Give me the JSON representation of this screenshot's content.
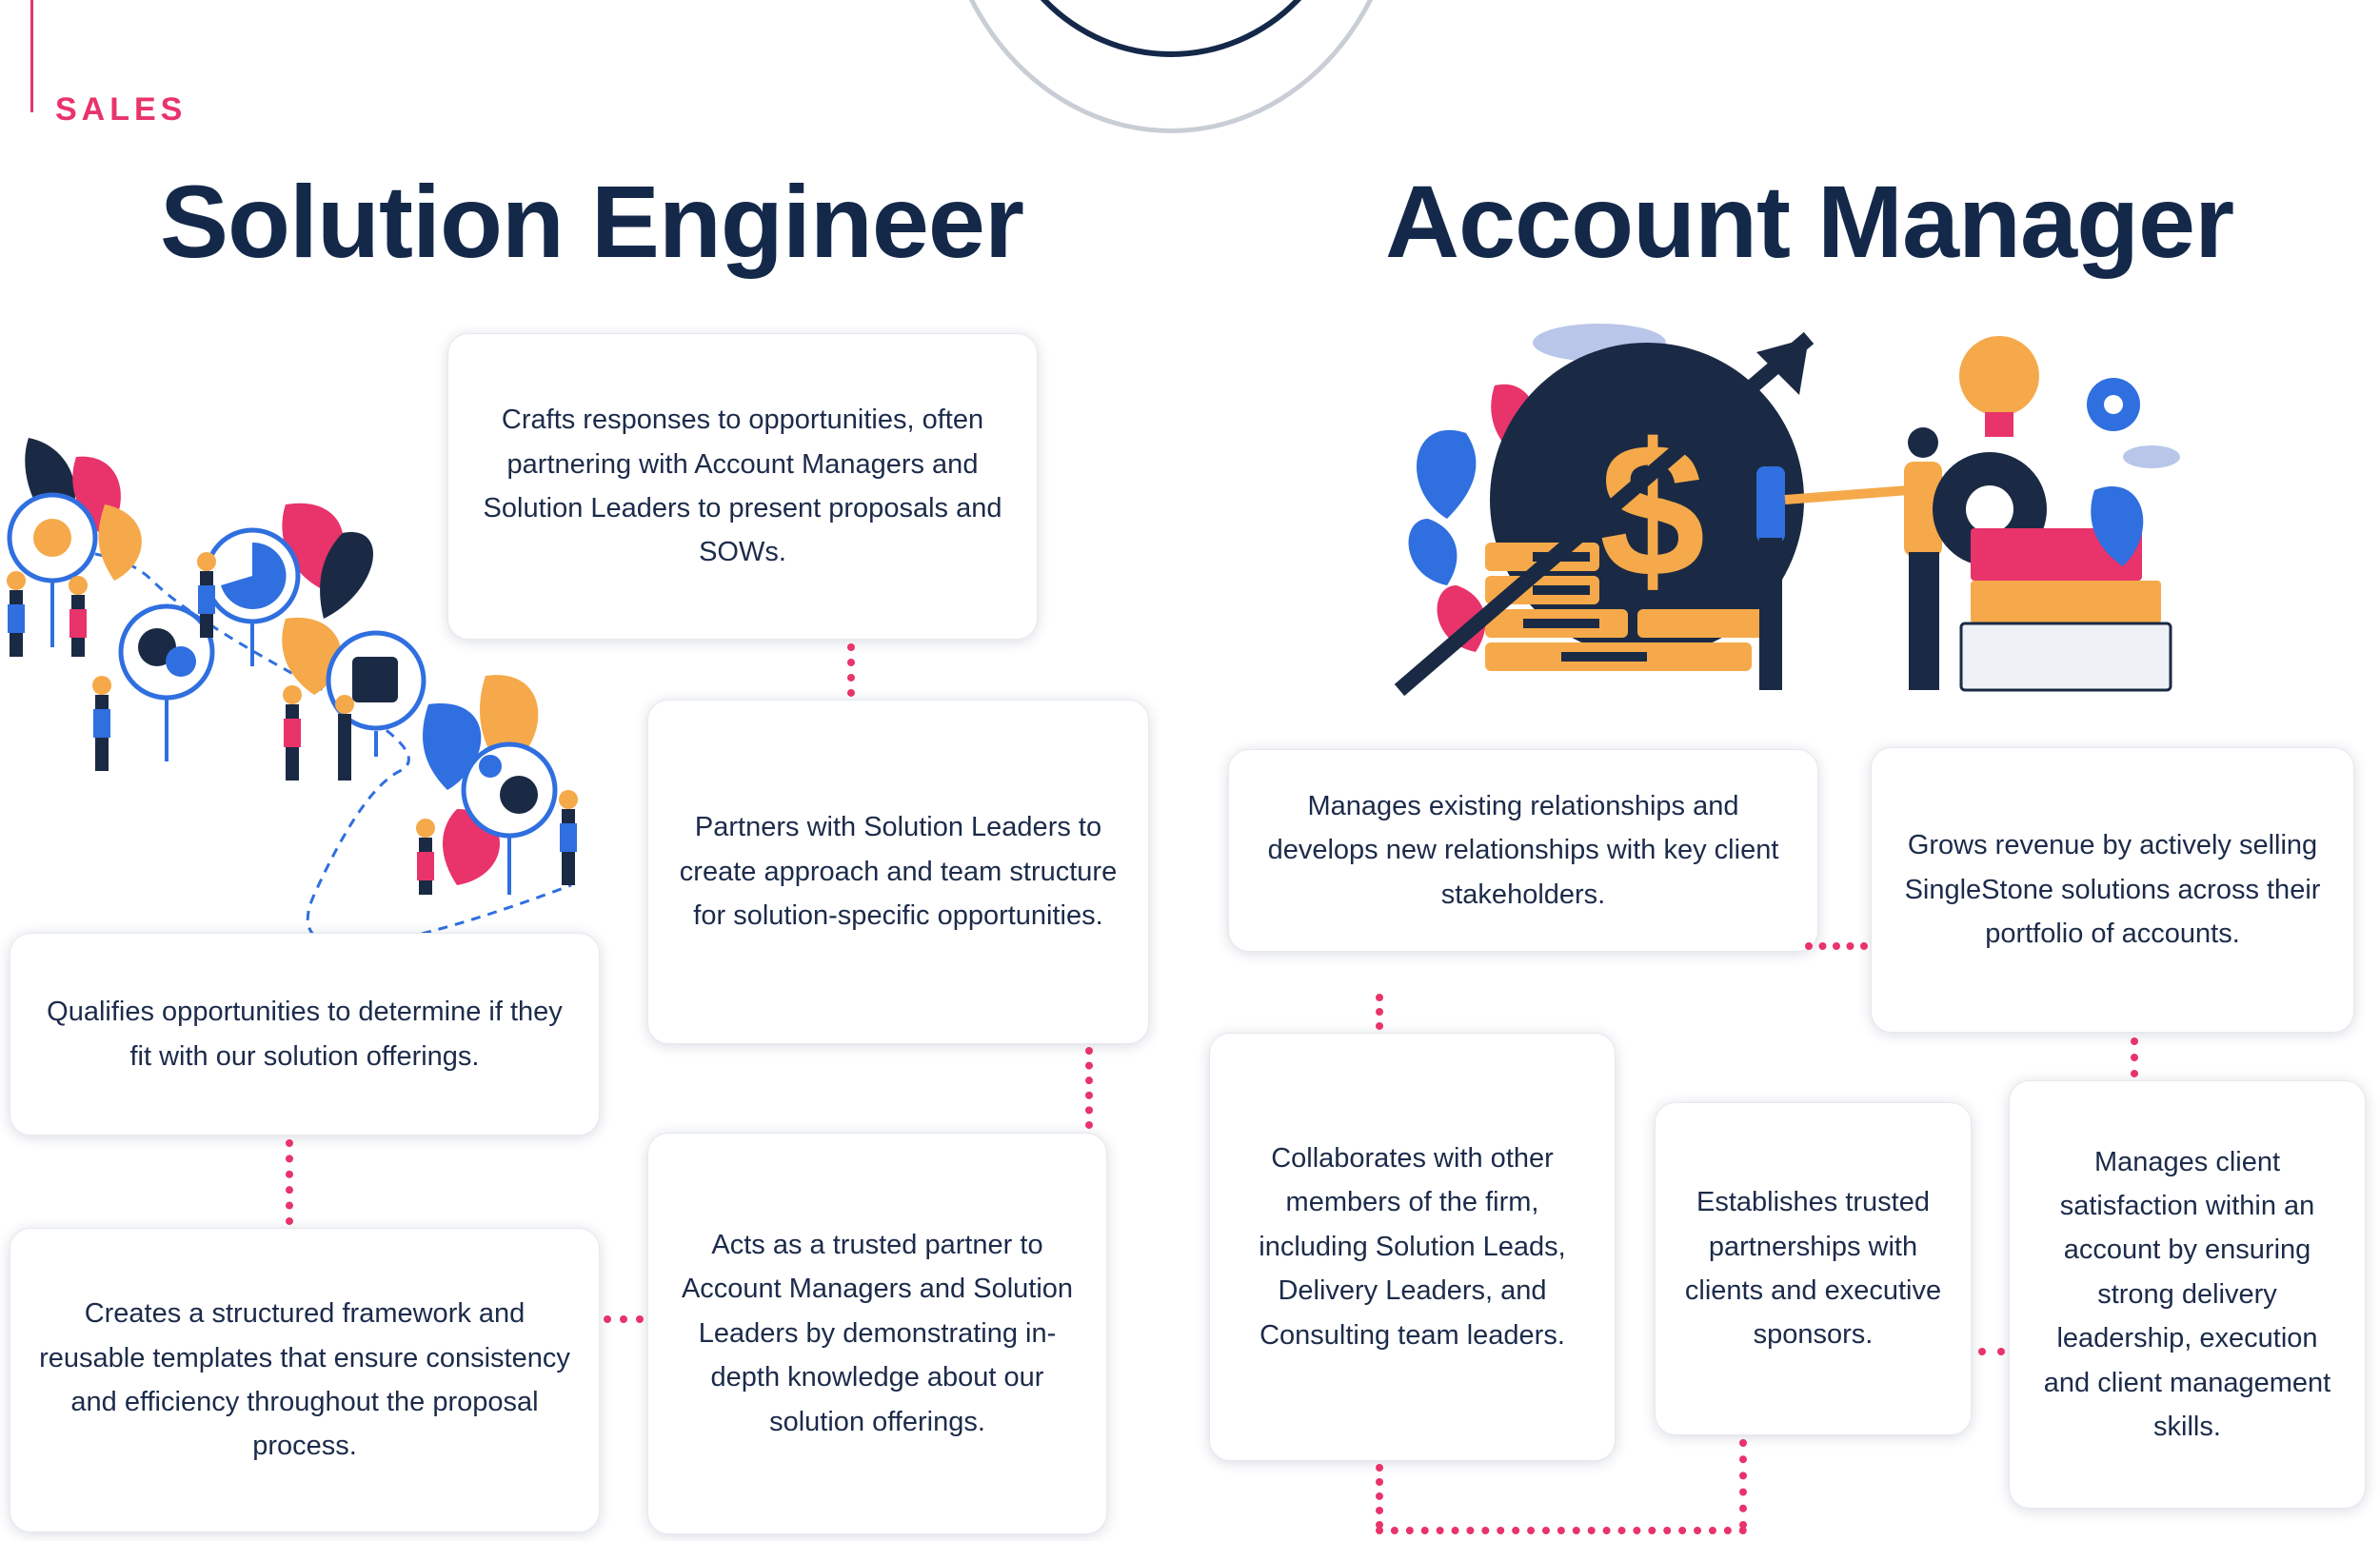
{
  "section_label": "SALES",
  "left_title": "Solution Engineer",
  "right_title": "Account Manager",
  "solution_engineer": {
    "cards": [
      "Crafts responses to opportunities, often partnering with Account Managers and Solution Leaders to present proposals and SOWs.",
      "Partners with Solution Leaders to create approach and team structure for solution-specific opportunities.",
      "Qualifies opportunities to determine if they fit with our solution offerings.",
      "Creates a structured framework and reusable templates that ensure consistency and efficiency throughout the proposal process.",
      "Acts as a trusted partner to Account Managers and Solution Leaders by demonstrating in-depth knowledge about our solution offerings."
    ]
  },
  "account_manager": {
    "cards": [
      "Manages existing relationships and develops new relationships with key client stakeholders.",
      "Grows revenue by actively selling SingleStone solutions across their portfolio of accounts.",
      "Collaborates with other members of the firm, including Solution Leads, Delivery Leaders, and Consulting team leaders.",
      "Establishes trusted partnerships with clients and executive sponsors.",
      "Manages client satisfaction within an account by ensuring strong delivery leadership, execution and client management skills."
    ]
  },
  "icons": {
    "team_illustration": "team-journey-illustration",
    "handshake_illustration": "handshake-growth-illustration",
    "ring_graphic": "concentric-rings-icon"
  },
  "colors": {
    "accent": "#e8336b",
    "title": "#14294a",
    "text": "#1c2b4a",
    "blue": "#2f6fe0",
    "orange": "#f5a94a",
    "navy": "#1b2a44"
  }
}
